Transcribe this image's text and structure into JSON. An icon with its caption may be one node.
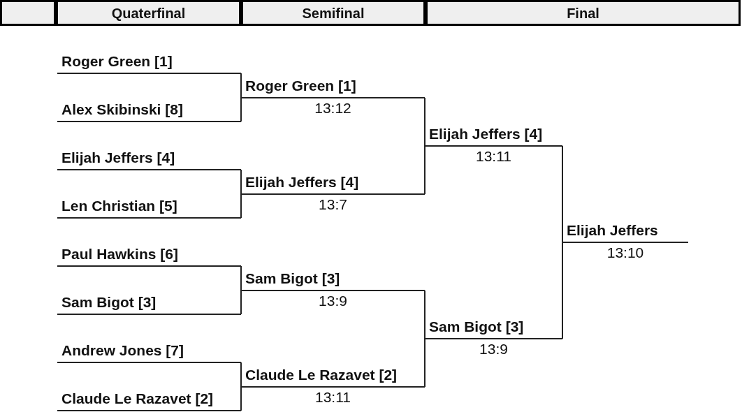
{
  "diagram": {
    "nodes": [
      {
        "text": [],
        "shape": "box"
      },
      {
        "text": [
          "Quaterfinal"
        ]
      },
      {
        "text": [
          "Semifinal"
        ]
      },
      {
        "text": [
          "Final"
        ]
      },
      {
        "text": [
          "Roger Green [1]"
        ]
      },
      {
        "text": [
          "Alex Skibinski [8]"
        ]
      },
      {
        "text": [
          "Elijah Jeffers [4]"
        ]
      },
      {
        "text": [
          "Len Christian [5]"
        ]
      },
      {
        "text": [
          "Paul Hawkins [6]"
        ]
      },
      {
        "text": [
          "Sam Bigot [3]"
        ]
      },
      {
        "text": [
          "Andrew Jones [7]"
        ]
      },
      {
        "text": [
          "Claude Le Razavet [2]"
        ]
      },
      {
        "text": [
          "Roger Green [1]"
        ],
        "beside": [
          "13:12"
        ]
      },
      {
        "text": [
          "Elijah Jeffers [4]"
        ],
        "beside": [
          "13:7"
        ]
      },
      {
        "text": [
          "Sam Bigot [3]"
        ],
        "beside": [
          "13:9"
        ]
      },
      {
        "text": [
          "Claude Le Razavet [2]"
        ],
        "beside": [
          "13:11"
        ]
      },
      {
        "text": [
          "Elijah Jeffers [4]"
        ],
        "beside": [
          "13:11"
        ]
      },
      {
        "text": [
          "Sam Bigot [3]"
        ],
        "beside": [
          "13:9"
        ]
      },
      {
        "text": [
          "Elijah Jeffers"
        ],
        "beside": [
          "13:10"
        ]
      }
    ],
    "edges": [
      {
        "from": 4,
        "to": 12,
        "arrow": "none"
      },
      {
        "from": 5,
        "to": 12,
        "arrow": "none"
      },
      {
        "from": 6,
        "to": 13,
        "arrow": "none"
      },
      {
        "from": 7,
        "to": 13,
        "arrow": "none"
      },
      {
        "from": 8,
        "to": 14,
        "arrow": "none"
      },
      {
        "from": 9,
        "to": 14,
        "arrow": "none"
      },
      {
        "from": 10,
        "to": 15,
        "arrow": "none"
      },
      {
        "from": 11,
        "to": 15,
        "arrow": "none"
      },
      {
        "from": 12,
        "to": 16,
        "arrow": "none"
      },
      {
        "from": 13,
        "to": 16,
        "arrow": "none"
      },
      {
        "from": 14,
        "to": 17,
        "arrow": "none"
      },
      {
        "from": 15,
        "to": 17,
        "arrow": "none"
      },
      {
        "from": 16,
        "to": 18,
        "arrow": "none"
      },
      {
        "from": 17,
        "to": 18,
        "arrow": "none"
      }
    ]
  }
}
